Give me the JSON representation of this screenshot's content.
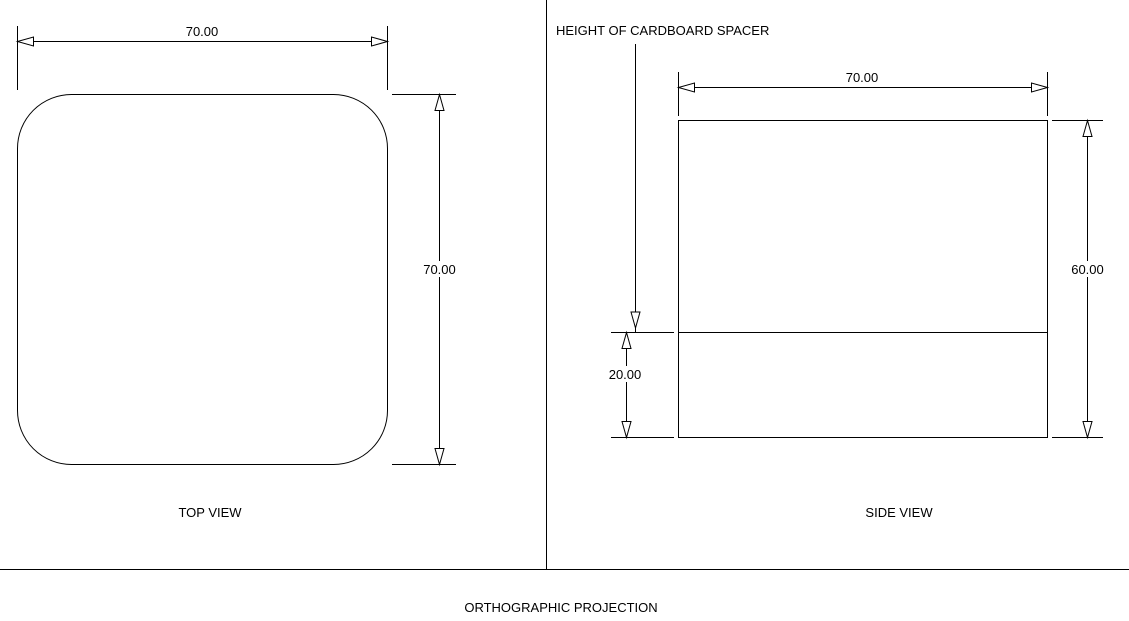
{
  "drawing": {
    "main_title": "ORTHOGRAPHIC PROJECTION",
    "top_view": {
      "caption": "TOP VIEW",
      "width_dimension": "70.00",
      "depth_dimension": "70.00"
    },
    "side_view": {
      "caption": "SIDE VIEW",
      "callout": "HEIGHT OF CARDBOARD SPACER",
      "width_dimension": "70.00",
      "height_dimension": "60.00",
      "spacer_dimension": "20.00"
    }
  }
}
